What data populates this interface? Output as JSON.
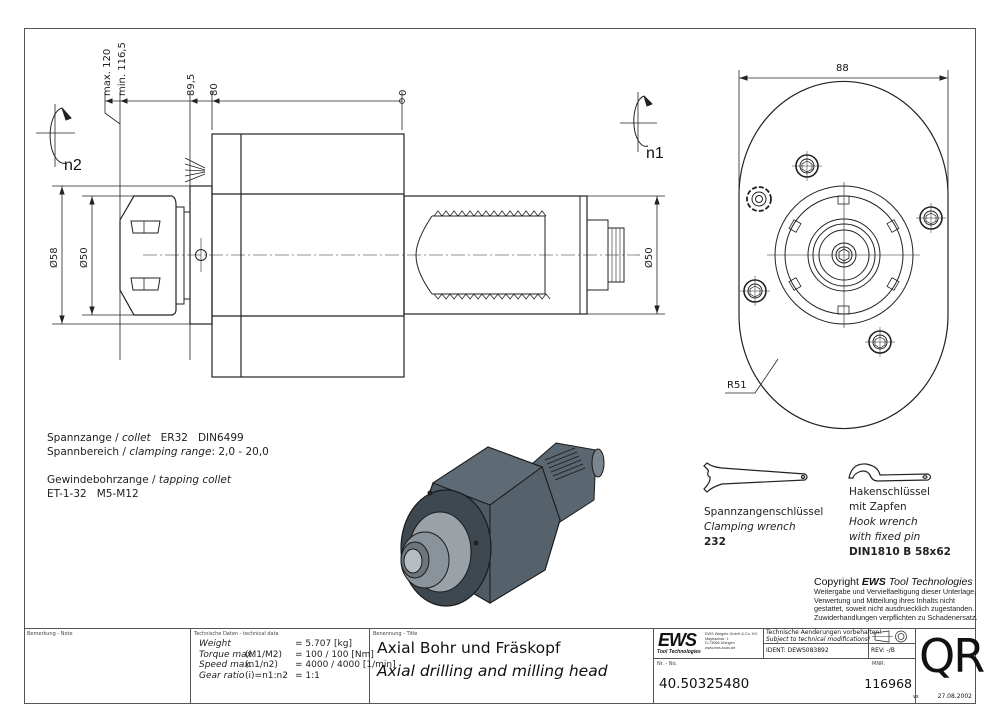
{
  "drawing": {
    "side_view": {
      "dimensions": {
        "max_length": "max. 120",
        "min_length": "min. 116,5",
        "d895": "89,5",
        "d80": "80",
        "d0": "0",
        "dia58": "Ø58",
        "dia50_collet": "Ø50",
        "dia50_shank": "Ø50"
      },
      "rotation_labels": {
        "left": "n2",
        "right": "n1"
      }
    },
    "front_view": {
      "width_dim": "88",
      "radius_dim": "R51"
    }
  },
  "specs": {
    "line1": {
      "de": "Spannzange",
      "sep": " / ",
      "en": "collet",
      "values": "ER32   DIN6499"
    },
    "line2": {
      "de": "Spannbereich",
      "sep": " / ",
      "en": "clamping range",
      "values": ": 2,0 - 20,0"
    },
    "line3": {
      "de": "Gewindebohrzange",
      "sep": " / ",
      "en": "tapping collet"
    },
    "line4": "ET-1-32   M5-M12"
  },
  "wrenches": {
    "clamping": {
      "de": "Spannzangenschlüssel",
      "en": "Clamping wrench",
      "number": "232"
    },
    "hook": {
      "de_1": "Hakenschlüssel",
      "de_2": "mit Zapfen",
      "en_1": "Hook wrench",
      "en_2": "with fixed pin",
      "number": "DIN1810 B 58x62"
    }
  },
  "copyright": {
    "prefix": "Copyright ",
    "brand": "EWS",
    "suffix": " Tool Technologies",
    "body": [
      "Weitergabe und Vervielfaeltigung dieser Unterlage,",
      "Verwertung und Mitteilung ihres Inhalts nicht",
      "gestattet, soweit nicht ausdruecklich zugestanden.",
      "Zuwiderhandlungen verpflichten zu Schadenersatz."
    ]
  },
  "title_block": {
    "note_label": "Bemerkung - Note",
    "tech_label": "Technische Daten - technical data",
    "tech_rows": [
      {
        "name": "Weight",
        "param": "",
        "value": "=  5.707 [kg]"
      },
      {
        "name": "Torque max.",
        "param": "(M1/M2)",
        "value": "=  100 / 100 [Nm]"
      },
      {
        "name": "Speed max.",
        "param": "(n1/n2)",
        "value": "=  4000 / 4000 [1/min]"
      },
      {
        "name": "Gear ratio",
        "param": "(i)=n1:n2",
        "value": "=  1:1"
      }
    ],
    "title_label": "Benennung - Title",
    "title_de": "Axial Bohr und Fräskopf",
    "title_en": "Axial drilling and milling head",
    "logo_text": "EWS",
    "logo_sub": "Tool Technologies",
    "company": [
      "EWS Weigele GmbH & Co. KG",
      "Maybachstr. 1",
      "D-73066 Uhingen",
      "www.ews-tools.de"
    ],
    "changes_de": "Technische Aenderungen vorbehalten!",
    "changes_en": "Subject to technical modifications!",
    "ident": "IDENT:  DEWS083892",
    "rev": "REV:  -/B",
    "nr_label": "Nr. - No.",
    "part_number": "40.50325480",
    "mnr_label": "MNR:",
    "mnr": "116968",
    "series": "QR",
    "vs": "vs",
    "date": "27.08.2002"
  }
}
